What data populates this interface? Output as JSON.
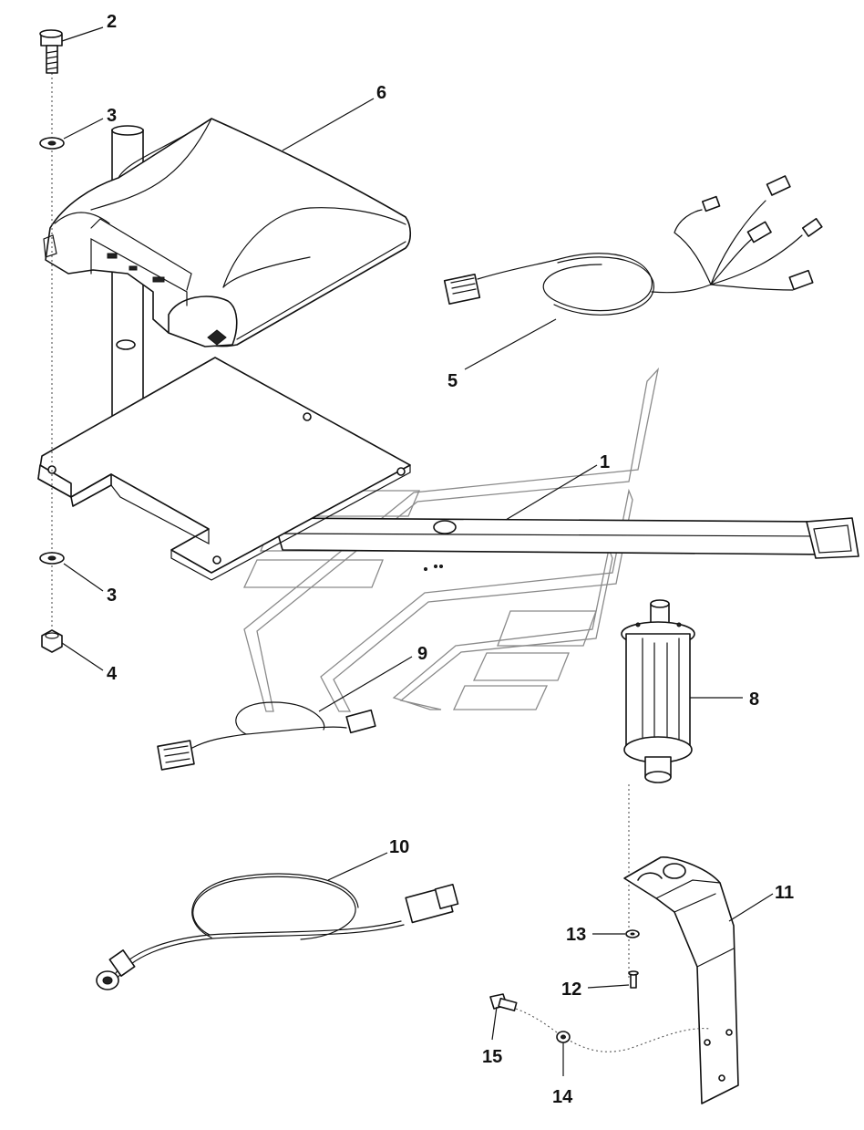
{
  "callouts": {
    "c1": "1",
    "c2": "2",
    "c3a": "3",
    "c3b": "3",
    "c4": "4",
    "c5": "5",
    "c6": "6",
    "c8": "8",
    "c9": "9",
    "c10": "10",
    "c11": "11",
    "c12": "12",
    "c13": "13",
    "c14": "14",
    "c15": "15"
  }
}
